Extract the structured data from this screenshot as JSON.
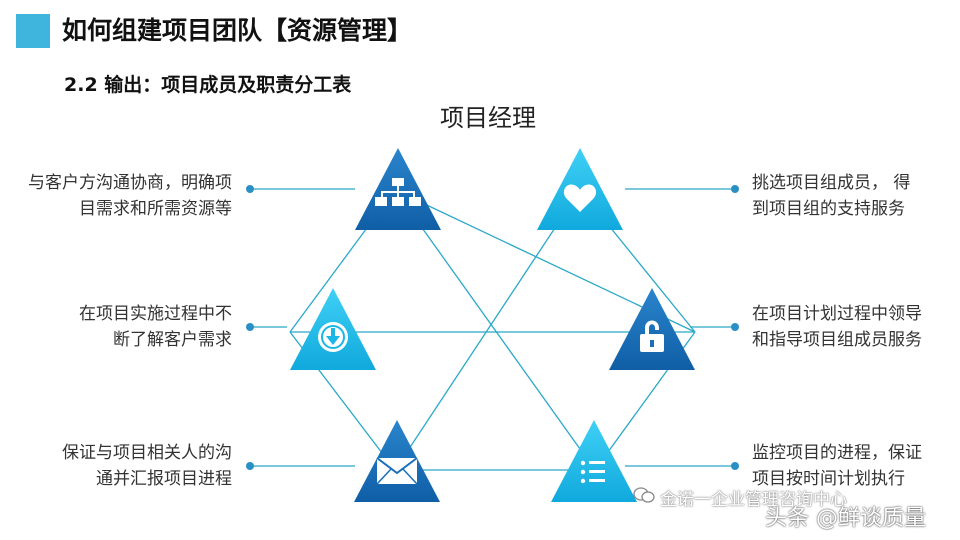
{
  "header": {
    "title": "如何组建项目团队【资源管理】",
    "subtitle": "2.2 输出：项目成员及职责分工表"
  },
  "diagram": {
    "center_label": "项目经理",
    "colors": {
      "dark_blue": "#1a6fb8",
      "light_blue": "#19b6e6",
      "line": "#2aa8c8"
    },
    "nodes": [
      {
        "icon": "org-chart-icon",
        "text_line1": "与客户方沟通协商，明确项",
        "text_line2": "目需求和所需资源等"
      },
      {
        "icon": "heart-icon",
        "text_line1": "挑选项目组成员， 得",
        "text_line2": "到项目组的支持服务"
      },
      {
        "icon": "download-icon",
        "text_line1": "在项目实施过程中不",
        "text_line2": "断了解客户需求"
      },
      {
        "icon": "lock-icon",
        "text_line1": "在项目计划过程中领导",
        "text_line2": "和指导项目组成员服务"
      },
      {
        "icon": "mail-icon",
        "text_line1": "保证与项目相关人的沟",
        "text_line2": "通并汇报项目进程"
      },
      {
        "icon": "list-icon",
        "text_line1": "监控项目的进程，保证",
        "text_line2": "项目按时间计划执行"
      }
    ]
  },
  "watermark": {
    "source": "金诺一企业管理咨询中心",
    "author": "头条 @鲜谈质量"
  }
}
